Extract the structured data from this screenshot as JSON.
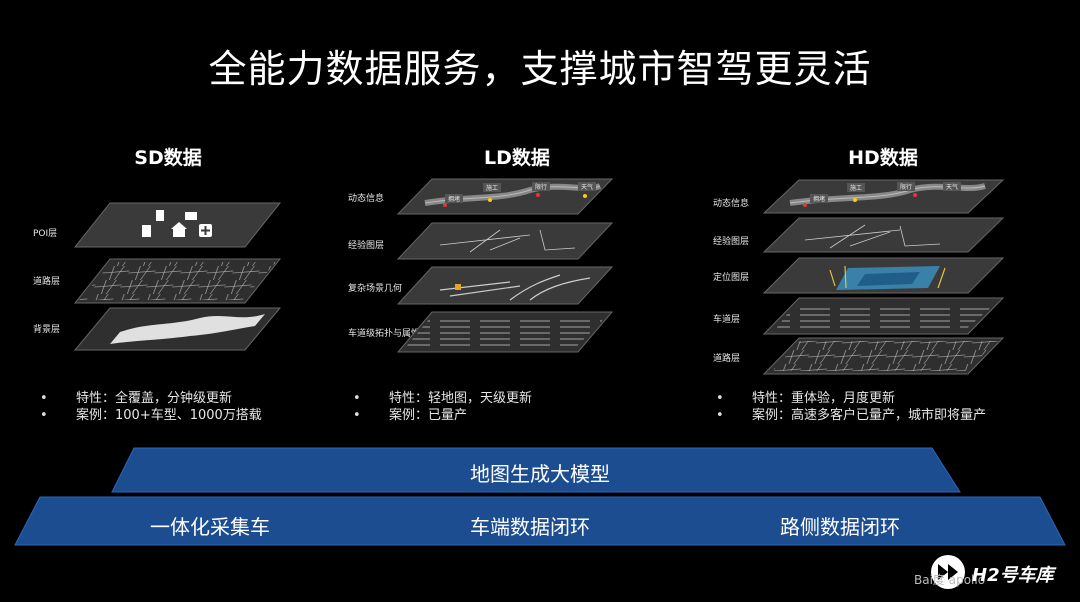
{
  "title": "全能力数据服务，支撑城市智驾更灵活",
  "columns": [
    {
      "name": "SD数据",
      "layers": [
        "POI层",
        "道路层",
        "背景层"
      ],
      "bullets": [
        "特性：全覆盖，分钟级更新",
        "案例：100+车型、1000万搭载"
      ]
    },
    {
      "name": "LD数据",
      "layers": [
        "动态信息",
        "经验图层",
        "复杂场景几何",
        "车道级拓扑与属性"
      ],
      "bullets": [
        "特性：轻地图，天级更新",
        "案例：已量产"
      ]
    },
    {
      "name": "HD数据",
      "layers": [
        "动态信息",
        "经验图层",
        "定位图层",
        "车道层",
        "道路层"
      ],
      "bullets": [
        "特性：重体验，月度更新",
        "案例：高速多客户已量产，城市即将量产"
      ]
    }
  ],
  "dynamic_tags": [
    "施工",
    "拥堵",
    "限行",
    "天气"
  ],
  "band_top": "地图生成大模型",
  "band_bottom": [
    "一体化采集车",
    "车端数据闭环",
    "路侧数据闭环"
  ],
  "watermark": {
    "brand": "H2号车库",
    "baidu": "Bai度 apollo"
  },
  "colors": {
    "band": "#1c4d91",
    "band_edge": "#2a66b8",
    "layer_fill": "#3a3a3a"
  }
}
